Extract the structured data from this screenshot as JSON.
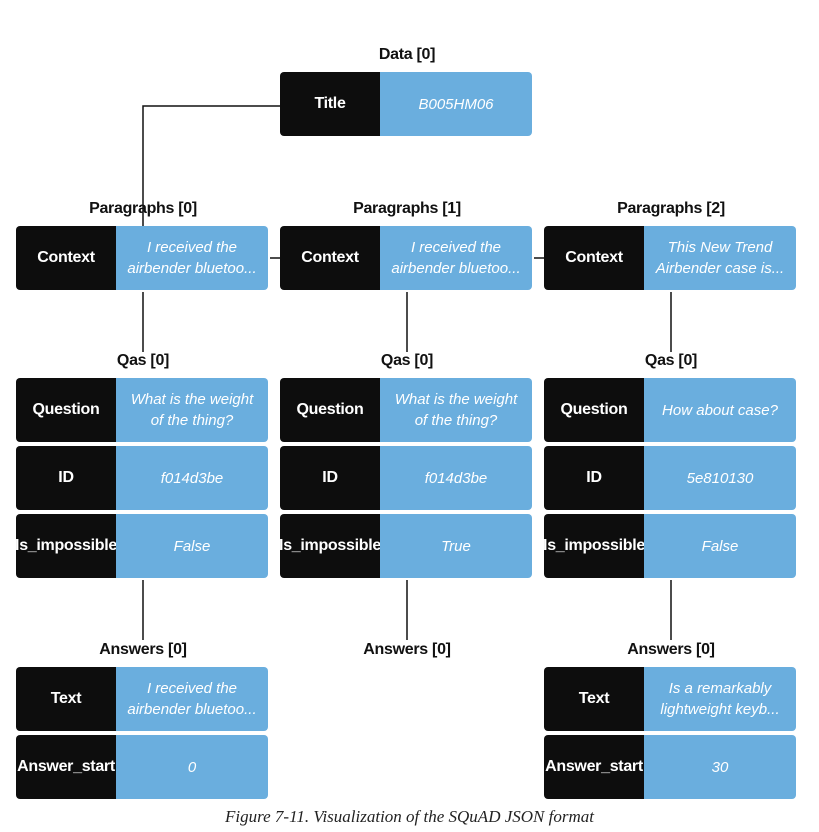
{
  "root": {
    "label": "Data [0]",
    "key": "Title",
    "value": "B005HM06"
  },
  "paragraphs": [
    {
      "label": "Paragraphs [0]",
      "context": {
        "key": "Context",
        "value": "I received the airbender bluetoo..."
      },
      "qas_label": "Qas [0]",
      "qas": [
        {
          "key": "Question",
          "value": "What is the weight of the thing?"
        },
        {
          "key": "ID",
          "value": "f014d3be"
        },
        {
          "key": "Is_impossible",
          "value": "False"
        }
      ],
      "answers_label": "Answers [0]",
      "answers": [
        {
          "key": "Text",
          "value": "I received the airbender bluetoo..."
        },
        {
          "key": "Answer_start",
          "value": "0"
        }
      ]
    },
    {
      "label": "Paragraphs [1]",
      "context": {
        "key": "Context",
        "value": "I received the airbender bluetoo..."
      },
      "qas_label": "Qas [0]",
      "qas": [
        {
          "key": "Question",
          "value": "What is the weight of the thing?"
        },
        {
          "key": "ID",
          "value": "f014d3be"
        },
        {
          "key": "Is_impossible",
          "value": "True"
        }
      ],
      "answers_label": "Answers [0]",
      "answers": []
    },
    {
      "label": "Paragraphs [2]",
      "context": {
        "key": "Context",
        "value": "This New Trend Airbender case is..."
      },
      "qas_label": "Qas [0]",
      "qas": [
        {
          "key": "Question",
          "value": "How about case?"
        },
        {
          "key": "ID",
          "value": "5e810130"
        },
        {
          "key": "Is_impossible",
          "value": "False"
        }
      ],
      "answers_label": "Answers [0]",
      "answers": [
        {
          "key": "Text",
          "value": "Is a remarkably lightweight keyb..."
        },
        {
          "key": "Answer_start",
          "value": "30"
        }
      ]
    }
  ],
  "caption": "Figure 7-11. Visualization of the SQuAD JSON format",
  "colors": {
    "key_bg": "#0d0d0d",
    "value_bg": "#6aaede",
    "line": "#111111"
  }
}
